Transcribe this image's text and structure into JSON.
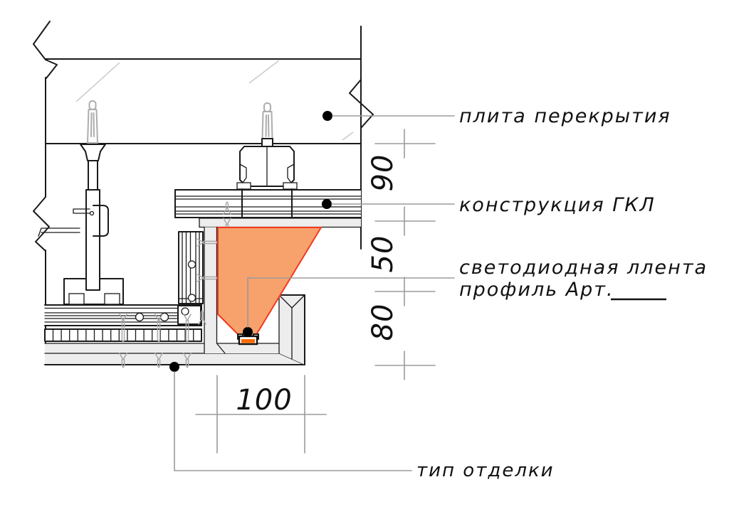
{
  "labels": {
    "slab": "плита перекрытия",
    "gkl_construction": "конструкция ГКЛ",
    "led_strip": "светодиодная ллента",
    "led_profile": "профиль Арт.",
    "finish_type": "тип отделки"
  },
  "dimensions": {
    "upper_offset": "90",
    "cone_gap": "50",
    "niche_depth": "80",
    "niche_width": "100"
  },
  "colors": {
    "light_cone": "#F7A26C",
    "light_cone_edge": "#F4391E",
    "led": "#FF6B00",
    "board_fill": "#EDEDED",
    "line": "#1A1A1A",
    "auxiliary": "#9B9B9B"
  }
}
